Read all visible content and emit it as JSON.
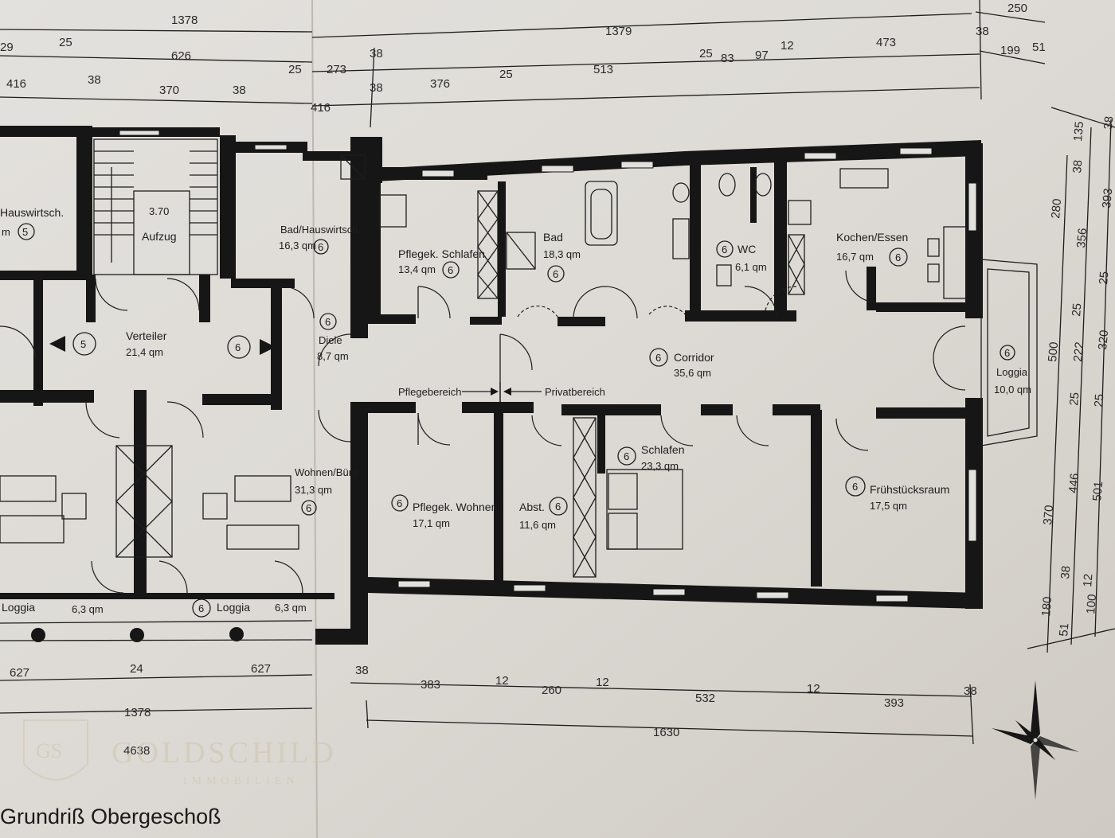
{
  "title": "Grundriß Obergeschoß",
  "watermark": {
    "brand": "GOLDSCHILD",
    "sub": "IMMOBILIEN",
    "mark": "GS"
  },
  "rooms": [
    {
      "id": "hauswirtsch-5",
      "label": "Hauswirtsch.",
      "area": "m",
      "apt": "5"
    },
    {
      "id": "aufzug",
      "label": "Aufzug",
      "area": "",
      "note": "3.70"
    },
    {
      "id": "bad-hauswirtsch",
      "label": "Bad/Hauswirtsch.",
      "area": "16,3 qm",
      "apt": "6"
    },
    {
      "id": "pflegek-schlafen",
      "label": "Pflegek. Schlafen",
      "area": "13,4 qm",
      "apt": "6"
    },
    {
      "id": "bad",
      "label": "Bad",
      "area": "18,3 qm",
      "apt": "6"
    },
    {
      "id": "wc",
      "label": "WC",
      "area": "6,1 qm",
      "apt": "6"
    },
    {
      "id": "kochen-essen",
      "label": "Kochen/Essen",
      "area": "16,7 qm",
      "apt": "6"
    },
    {
      "id": "verteiler",
      "label": "Verteiler",
      "area": "21,4 qm",
      "apt": ""
    },
    {
      "id": "diele",
      "label": "Diele",
      "area": "8,7 qm",
      "apt": "6"
    },
    {
      "id": "corridor",
      "label": "Corridor",
      "area": "35,6 qm",
      "apt": "6"
    },
    {
      "id": "loggia-right",
      "label": "Loggia",
      "area": "10,0 qm",
      "apt": "6"
    },
    {
      "id": "wohnen-buero",
      "label": "Wohnen/Büro",
      "area": "31,3 qm",
      "apt": "6"
    },
    {
      "id": "pflegek-wohnen",
      "label": "Pflegek. Wohnen",
      "area": "17,1 qm",
      "apt": "6"
    },
    {
      "id": "abst",
      "label": "Abst.",
      "area": "11,6 qm",
      "apt": "6"
    },
    {
      "id": "schlafen",
      "label": "Schlafen",
      "area": "23,3 qm",
      "apt": "6"
    },
    {
      "id": "fruehstuecksraum",
      "label": "Frühstücksraum",
      "area": "17,5 qm",
      "apt": "6"
    },
    {
      "id": "loggia-left",
      "label": "Loggia",
      "area": "6,3 qm",
      "apt": ""
    },
    {
      "id": "loggia-mid",
      "label": "Loggia",
      "area": "6,3 qm",
      "apt": "6"
    }
  ],
  "markers": {
    "verteiler_left": "5",
    "verteiler_right": "6"
  },
  "zones": {
    "left": "Pflegebereich",
    "right": "Privatbereich"
  },
  "dimensions": {
    "top_row1": [
      "1378",
      "1379",
      "250"
    ],
    "top_row2": [
      "29",
      "25",
      "626",
      "25",
      "273",
      "38",
      "25",
      "83",
      "97",
      "12",
      "473",
      "38",
      "199",
      "51"
    ],
    "top_row3": [
      "416",
      "38",
      "370",
      "38",
      "416",
      "38",
      "376",
      "25",
      "513"
    ],
    "right_col1": [
      "135",
      "38",
      "280",
      "356",
      "25",
      "222",
      "25",
      "500",
      "446",
      "370",
      "38",
      "180",
      "51"
    ],
    "right_col2": [
      "38",
      "393",
      "25",
      "320",
      "25",
      "501",
      "12",
      "100"
    ],
    "bottom_row1": [
      "627",
      "24",
      "627",
      "38",
      "383",
      "12",
      "260",
      "12",
      "532",
      "12",
      "393",
      "38"
    ],
    "bottom_row2": [
      "1378",
      "1630"
    ],
    "bottom_row3": [
      "4638"
    ]
  }
}
